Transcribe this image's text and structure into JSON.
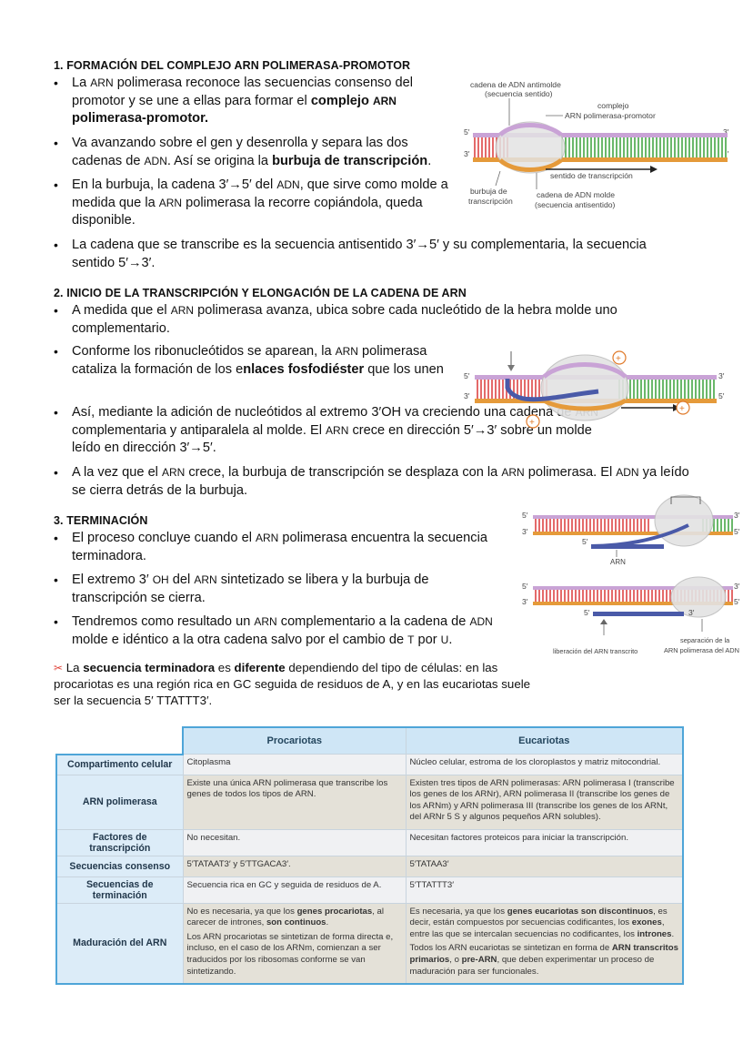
{
  "s1": {
    "title": "1.  FORMACIÓN DEL COMPLEJO ARN POLIMERASA-PROMOTOR",
    "b1": [
      {
        "t": "La "
      },
      {
        "t": "ARN",
        "sc": true
      },
      {
        "t": " polimerasa reconoce las secuencias consenso del promotor y se une a ellas para formar el "
      },
      {
        "t": "complejo ",
        "b": true
      },
      {
        "t": "ARN",
        "b": true,
        "sc": true
      },
      {
        "t": " polimerasa-promotor.",
        "b": true
      }
    ],
    "b2": [
      {
        "t": "Va avanzando sobre el gen y desenrolla y separa las dos cadenas de "
      },
      {
        "t": "ADN",
        "sc": true
      },
      {
        "t": ". Así se origina la "
      },
      {
        "t": "burbuja de transcripción",
        "b": true
      },
      {
        "t": "."
      }
    ],
    "b3": [
      {
        "t": "En la burbuja, la cadena 3′→5′ del "
      },
      {
        "t": "ADN",
        "sc": true
      },
      {
        "t": ", que sirve como molde a medida que la "
      },
      {
        "t": "ARN",
        "sc": true
      },
      {
        "t": " polimerasa la recorre copiándola, queda disponible."
      }
    ],
    "b4": [
      {
        "t": "La cadena que se transcribe es la secuencia antisentido 3′→5′ y su complementaria, la secuencia sentido 5′→3′."
      }
    ],
    "fig": {
      "antimolde": "cadena de ADN antimolde",
      "sentido_seq": "(secuencia sentido)",
      "complejo": "complejo",
      "complejo2": "ARN polimerasa-promotor",
      "five": "5′",
      "three": "3′",
      "sentido": "sentido de transcripción",
      "burbuja": "burbuja de",
      "burbuja2": "transcripción",
      "molde": "cadena de ADN molde",
      "molde2": "(secuencia antisentido)"
    }
  },
  "s2": {
    "title": "2.  INICIO DE LA TRANSCRIPCIÓN Y ELONGACIÓN DE LA CADENA DE ARN",
    "b1": [
      {
        "t": "A medida que el "
      },
      {
        "t": "ARN",
        "sc": true
      },
      {
        "t": " polimerasa avanza, ubica sobre cada nucleótido de la hebra molde uno complementario."
      }
    ],
    "b2": [
      {
        "t": "Conforme los ribonucleótidos se aparean, la "
      },
      {
        "t": "ARN",
        "sc": true
      },
      {
        "t": " polimerasa cataliza la formación de los e"
      },
      {
        "t": "nlaces fosfodiéster",
        "b": true
      },
      {
        "t": " que los unen"
      }
    ],
    "b3": [
      {
        "t": "Así, mediante la adición de nucleótidos al extremo 3′OH va creciendo una cadena de "
      },
      {
        "t": "ARN",
        "sc": true
      },
      {
        "t": " complementaria y antiparalela al molde. El "
      },
      {
        "t": "ARN",
        "sc": true
      },
      {
        "t": " crece en dirección 5′→3′ sobre un molde leído en dirección 3′→5′."
      }
    ],
    "b4": [
      {
        "t": "A la vez que el "
      },
      {
        "t": "ARN",
        "sc": true
      },
      {
        "t": " crece, la burbuja de transcripción se desplaza con la "
      },
      {
        "t": "ARN",
        "sc": true
      },
      {
        "t": " polimerasa. El "
      },
      {
        "t": "ADN",
        "sc": true
      },
      {
        "t": " ya leído se cierra detrás de la burbuja."
      }
    ],
    "fig": {
      "five": "5′",
      "three": "3′",
      "plus": "+"
    }
  },
  "s3": {
    "title": "3.  TERMINACIÓN",
    "b1": [
      {
        "t": "El proceso concluye cuando el "
      },
      {
        "t": "ARN",
        "sc": true
      },
      {
        "t": " polimerasa encuentra la secuencia terminadora."
      }
    ],
    "b2": [
      {
        "t": "El extremo 3′ "
      },
      {
        "t": "OH",
        "sc": true
      },
      {
        "t": " del "
      },
      {
        "t": "ARN",
        "sc": true
      },
      {
        "t": " sintetizado se libera y la burbuja de transcripción se cierra."
      }
    ],
    "b3": [
      {
        "t": "Tendremos como resultado un "
      },
      {
        "t": "ARN",
        "sc": true
      },
      {
        "t": " complementario a la cadena de "
      },
      {
        "t": "ADN",
        "sc": true
      },
      {
        "t": " molde e idéntico a la otra cadena salvo por el cambio de "
      },
      {
        "t": "T",
        "sc": true
      },
      {
        "t": " por "
      },
      {
        "t": "U",
        "sc": true
      },
      {
        "t": "."
      }
    ],
    "fig": {
      "five": "5′",
      "three": "3′",
      "arn": "ARN",
      "liberacion": "liberación del ARN transcrito",
      "separacion": "separación de la",
      "separacion2": "ARN polimerasa del ADN"
    }
  },
  "note": [
    {
      "t": " La "
    },
    {
      "t": "secuencia terminadora",
      "b": true
    },
    {
      "t": " es "
    },
    {
      "t": "diferente",
      "b": true
    },
    {
      "t": " dependiendo del tipo de células: en las procariotas es una región rica en GC seguida de residuos de A, y en las eucariotas suele ser la secuencia 5′ TTATTT3′."
    }
  ],
  "table": {
    "headers": [
      "Procariotas",
      "Eucariotas"
    ],
    "rows": [
      {
        "label": "Compartimento celular",
        "pro": [
          [
            {
              "t": "Citoplasma"
            }
          ]
        ],
        "euc": [
          [
            {
              "t": "Núcleo celular, estroma de los cloroplastos y matriz mitocondrial."
            }
          ]
        ]
      },
      {
        "label": "ARN polimerasa",
        "pro": [
          [
            {
              "t": "Existe una única ARN polimerasa que transcribe los genes de todos los tipos de ARN."
            }
          ]
        ],
        "euc": [
          [
            {
              "t": "Existen tres tipos de ARN polimerasas: ARN polimerasa I (transcribe los genes de los ARNr), ARN polimerasa II (transcribe los genes de los ARNm) y ARN polimerasa III (transcribe los genes de los ARNt, del ARNr 5 S y algunos pequeños ARN solubles)."
            }
          ]
        ]
      },
      {
        "label": "Factores de transcripción",
        "pro": [
          [
            {
              "t": "No necesitan."
            }
          ]
        ],
        "euc": [
          [
            {
              "t": "Necesitan factores proteicos para iniciar la transcripción."
            }
          ]
        ]
      },
      {
        "label": "Secuencias consenso",
        "pro": [
          [
            {
              "t": "5′TATAAT3′ y 5′TTGACA3′."
            }
          ]
        ],
        "euc": [
          [
            {
              "t": "5′TATAA3′"
            }
          ]
        ]
      },
      {
        "label": "Secuencias de terminación",
        "pro": [
          [
            {
              "t": "Secuencia rica en GC y seguida de residuos de A."
            }
          ]
        ],
        "euc": [
          [
            {
              "t": "5′TTATTT3′"
            }
          ]
        ]
      },
      {
        "label": "Maduración del ARN",
        "pro": [
          [
            {
              "t": "No es necesaria, ya que los "
            },
            {
              "t": "genes procariotas",
              "b": true
            },
            {
              "t": ", al carecer de intrones, "
            },
            {
              "t": "son continuos",
              "b": true
            },
            {
              "t": "."
            }
          ],
          [
            {
              "t": "Los ARN procariotas se sintetizan de forma directa e, incluso, en el caso de los ARNm, comienzan a ser traducidos por los ribosomas conforme se van sintetizando."
            }
          ]
        ],
        "euc": [
          [
            {
              "t": "Es necesaria, ya que los "
            },
            {
              "t": "genes eucariotas son discontinuos",
              "b": true
            },
            {
              "t": ", es decir, están compuestos por secuencias codificantes, los "
            },
            {
              "t": "exones",
              "b": true
            },
            {
              "t": ", entre las que se intercalan secuencias no codificantes, los "
            },
            {
              "t": "intrones",
              "b": true
            },
            {
              "t": "."
            }
          ],
          [
            {
              "t": "Todos los ARN eucariotas se sintetizan en forma de "
            },
            {
              "t": "ARN transcritos primarios",
              "b": true
            },
            {
              "t": ", o "
            },
            {
              "t": "pre-ARN",
              "b": true
            },
            {
              "t": ", que deben experimentar un proceso de maduración para ser funcionales."
            }
          ]
        ]
      }
    ]
  },
  "colors": {
    "dna_top": "#c9a3d6",
    "dna_bottom": "#e59a3a",
    "rna": "#4a5aa8",
    "polymerase": "#e3e3e3",
    "table_header": "#cfe6f6",
    "table_border": "#4ea5d8",
    "arrow_plus": "#e07a2a"
  }
}
